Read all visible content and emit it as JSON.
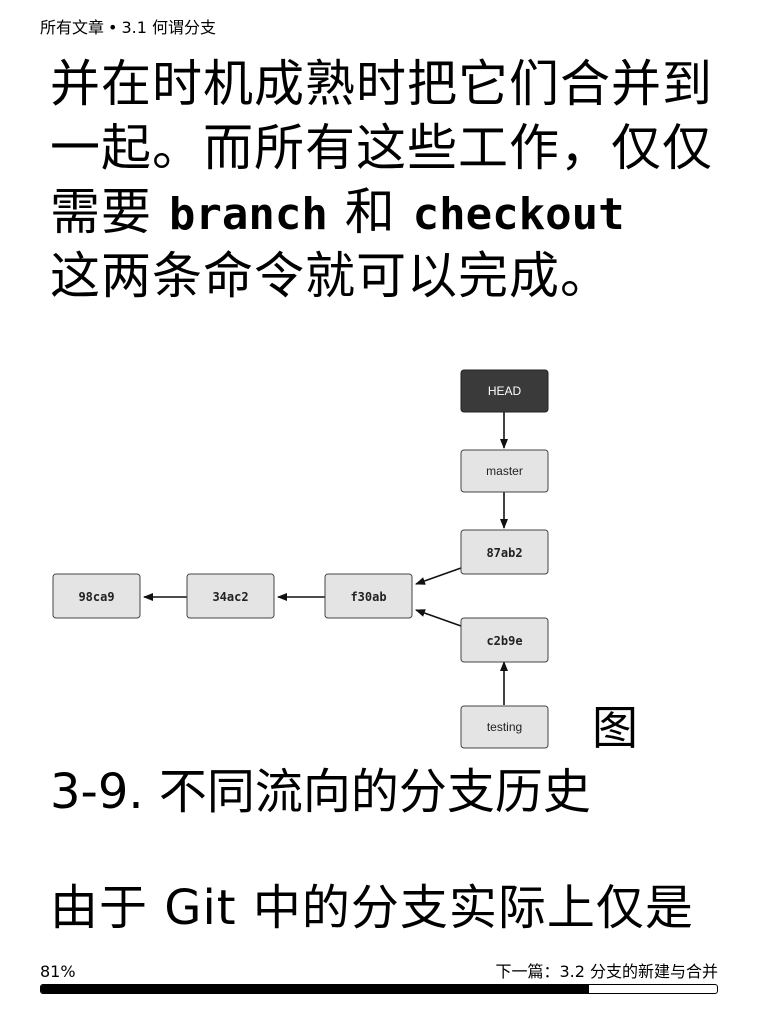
{
  "header": {
    "breadcrumb_root": "所有文章",
    "separator": "•",
    "breadcrumb_current": "3.1 何谓分支"
  },
  "content": {
    "p1_line1": "并在时机成熟时把它们合并到",
    "p1_line2": "一起。而所有这些工作，仅仅",
    "p1_line3_a": "需要 ",
    "p1_line3_code1": "branch",
    "p1_line3_b": " 和 ",
    "p1_line3_code2": "checkout",
    "p1_line4": "这两条命令就可以完成。",
    "figure_word": "图",
    "caption": "3-9. 不同流向的分支历史",
    "p2_line1": "由于 Git 中的分支实际上仅是"
  },
  "figure": {
    "nodes": {
      "head": "HEAD",
      "master": "master",
      "c87ab2": "87ab2",
      "f30ab": "f30ab",
      "c34ac2": "34ac2",
      "c98ca9": "98ca9",
      "c2b9e": "c2b9e",
      "testing": "testing"
    },
    "colors": {
      "head_fill": "#3a3a3a",
      "box_fill": "#e4e4e4",
      "stroke": "#444444",
      "arrow": "#111111"
    }
  },
  "footer": {
    "progress_text": "81%",
    "progress_fraction": 0.81,
    "next_label": "下一篇：3.2 分支的新建与合并"
  }
}
